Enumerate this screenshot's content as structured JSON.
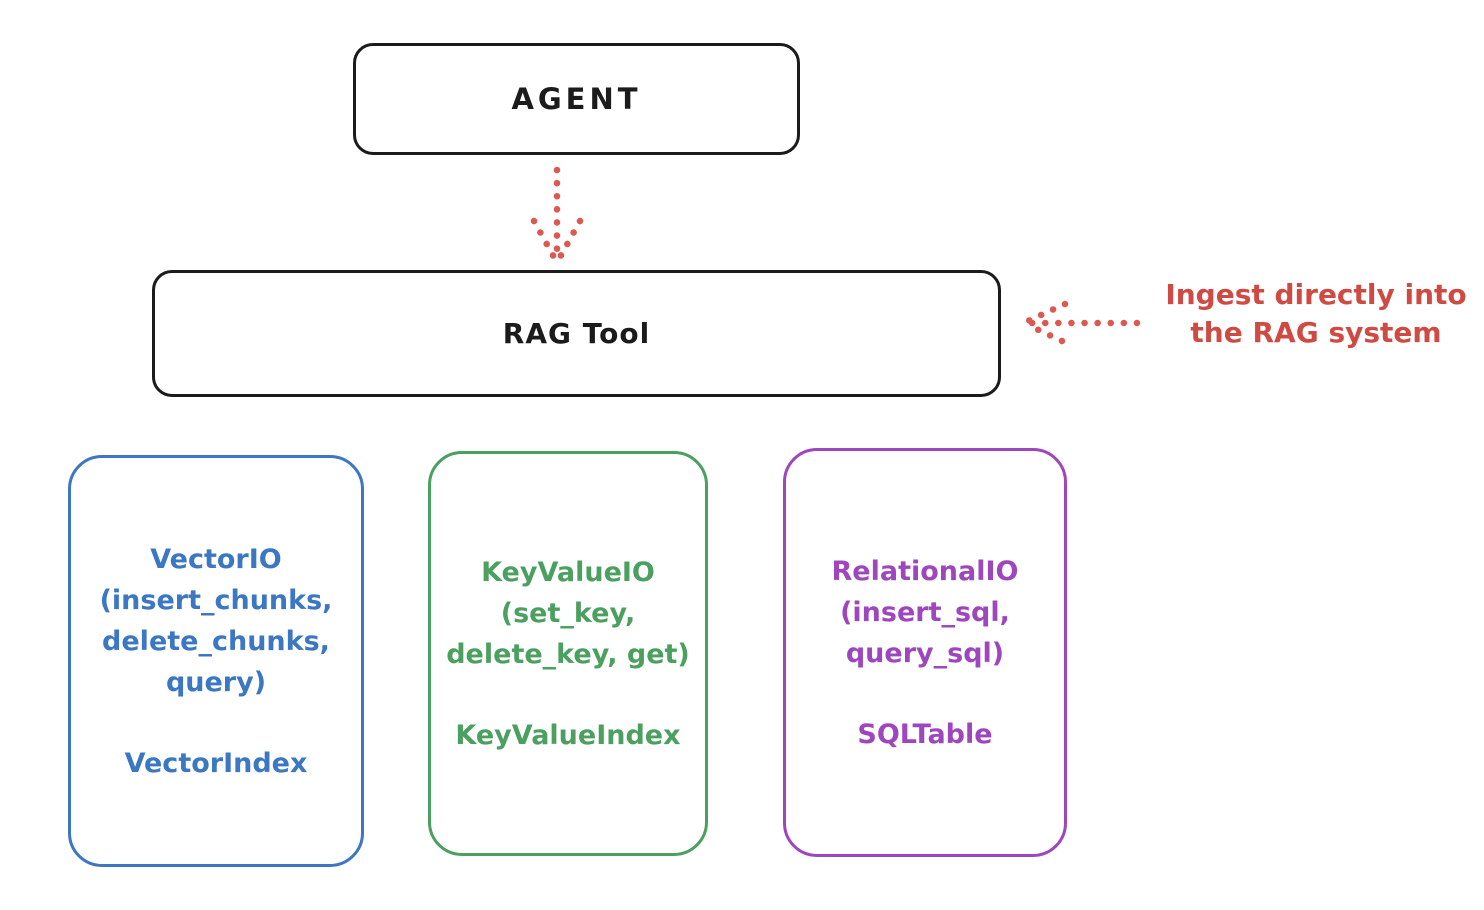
{
  "colors": {
    "background": "#ffffff",
    "ink": "#1b1b1b",
    "red": "#cf4a43",
    "red-dot": "#dd5950",
    "blue": "#3b77c2",
    "green": "#4ba05f",
    "purple": "#9e46be"
  },
  "agent": {
    "label": "AGENT"
  },
  "rag_tool": {
    "label": "RAG Tool"
  },
  "annotation": {
    "line1": "Ingest directly into",
    "line2": "the RAG system"
  },
  "backends": [
    {
      "name": "vector-io",
      "color": "#3b77c2",
      "lines": [
        "VectorIO",
        "(insert_chunks,",
        "delete_chunks,",
        "query)"
      ],
      "index_label": "VectorIndex"
    },
    {
      "name": "key-value-io",
      "color": "#4ba05f",
      "lines": [
        "KeyValueIO",
        "(set_key,",
        "delete_key, get)"
      ],
      "index_label": "KeyValueIndex"
    },
    {
      "name": "relational-io",
      "color": "#9e46be",
      "lines": [
        "RelationalIO",
        "(insert_sql,",
        "query_sql)"
      ],
      "index_label": "SQLTable"
    }
  ]
}
